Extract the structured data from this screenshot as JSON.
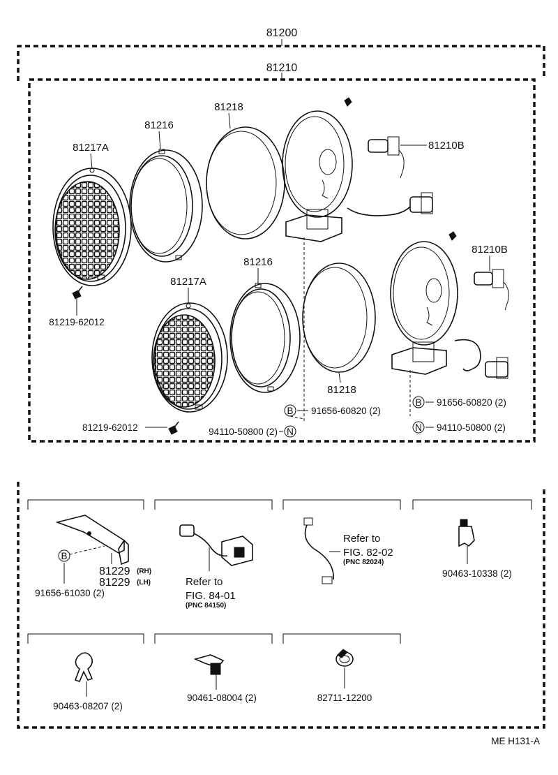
{
  "assembly": {
    "outer_part_number": "81200",
    "inner_part_number": "81210"
  },
  "upper_lamp": {
    "grille": "81217A",
    "ring": "81216",
    "lens": "81218",
    "bulb": "81210B",
    "screw": "81219-62012"
  },
  "lower_lamp": {
    "grille": "81217A",
    "ring": "81216",
    "lens": "81218",
    "bulb": "81210B",
    "screw": "81219-62012",
    "bolt_left": "91656-60820 (2)",
    "nut_left": "94110-50800 (2)",
    "bolt_right": "91656-60820 (2)",
    "nut_right": "94110-50800 (2)",
    "bolt_symbol": "B",
    "nut_symbol": "N"
  },
  "panels": {
    "bracket": {
      "rh_number": "81229",
      "rh_side": "(RH)",
      "lh_number": "81229",
      "lh_side": "(LH)",
      "bolt": "91656-61030 (2)",
      "bolt_symbol": "B"
    },
    "switch": {
      "refer": "Refer to",
      "fig": "FIG. 84-01",
      "pnc": "(PNC 84150)"
    },
    "wire": {
      "refer": "Refer to",
      "fig": "FIG. 82-02",
      "pnc": "(PNC 82024)"
    },
    "clip_a": "90463-10338 (2)",
    "clip_b": "90463-08207 (2)",
    "clamp": "90461-08004 (2)",
    "band": "82711-12200"
  },
  "footer": {
    "code": "ME  H131-A"
  }
}
